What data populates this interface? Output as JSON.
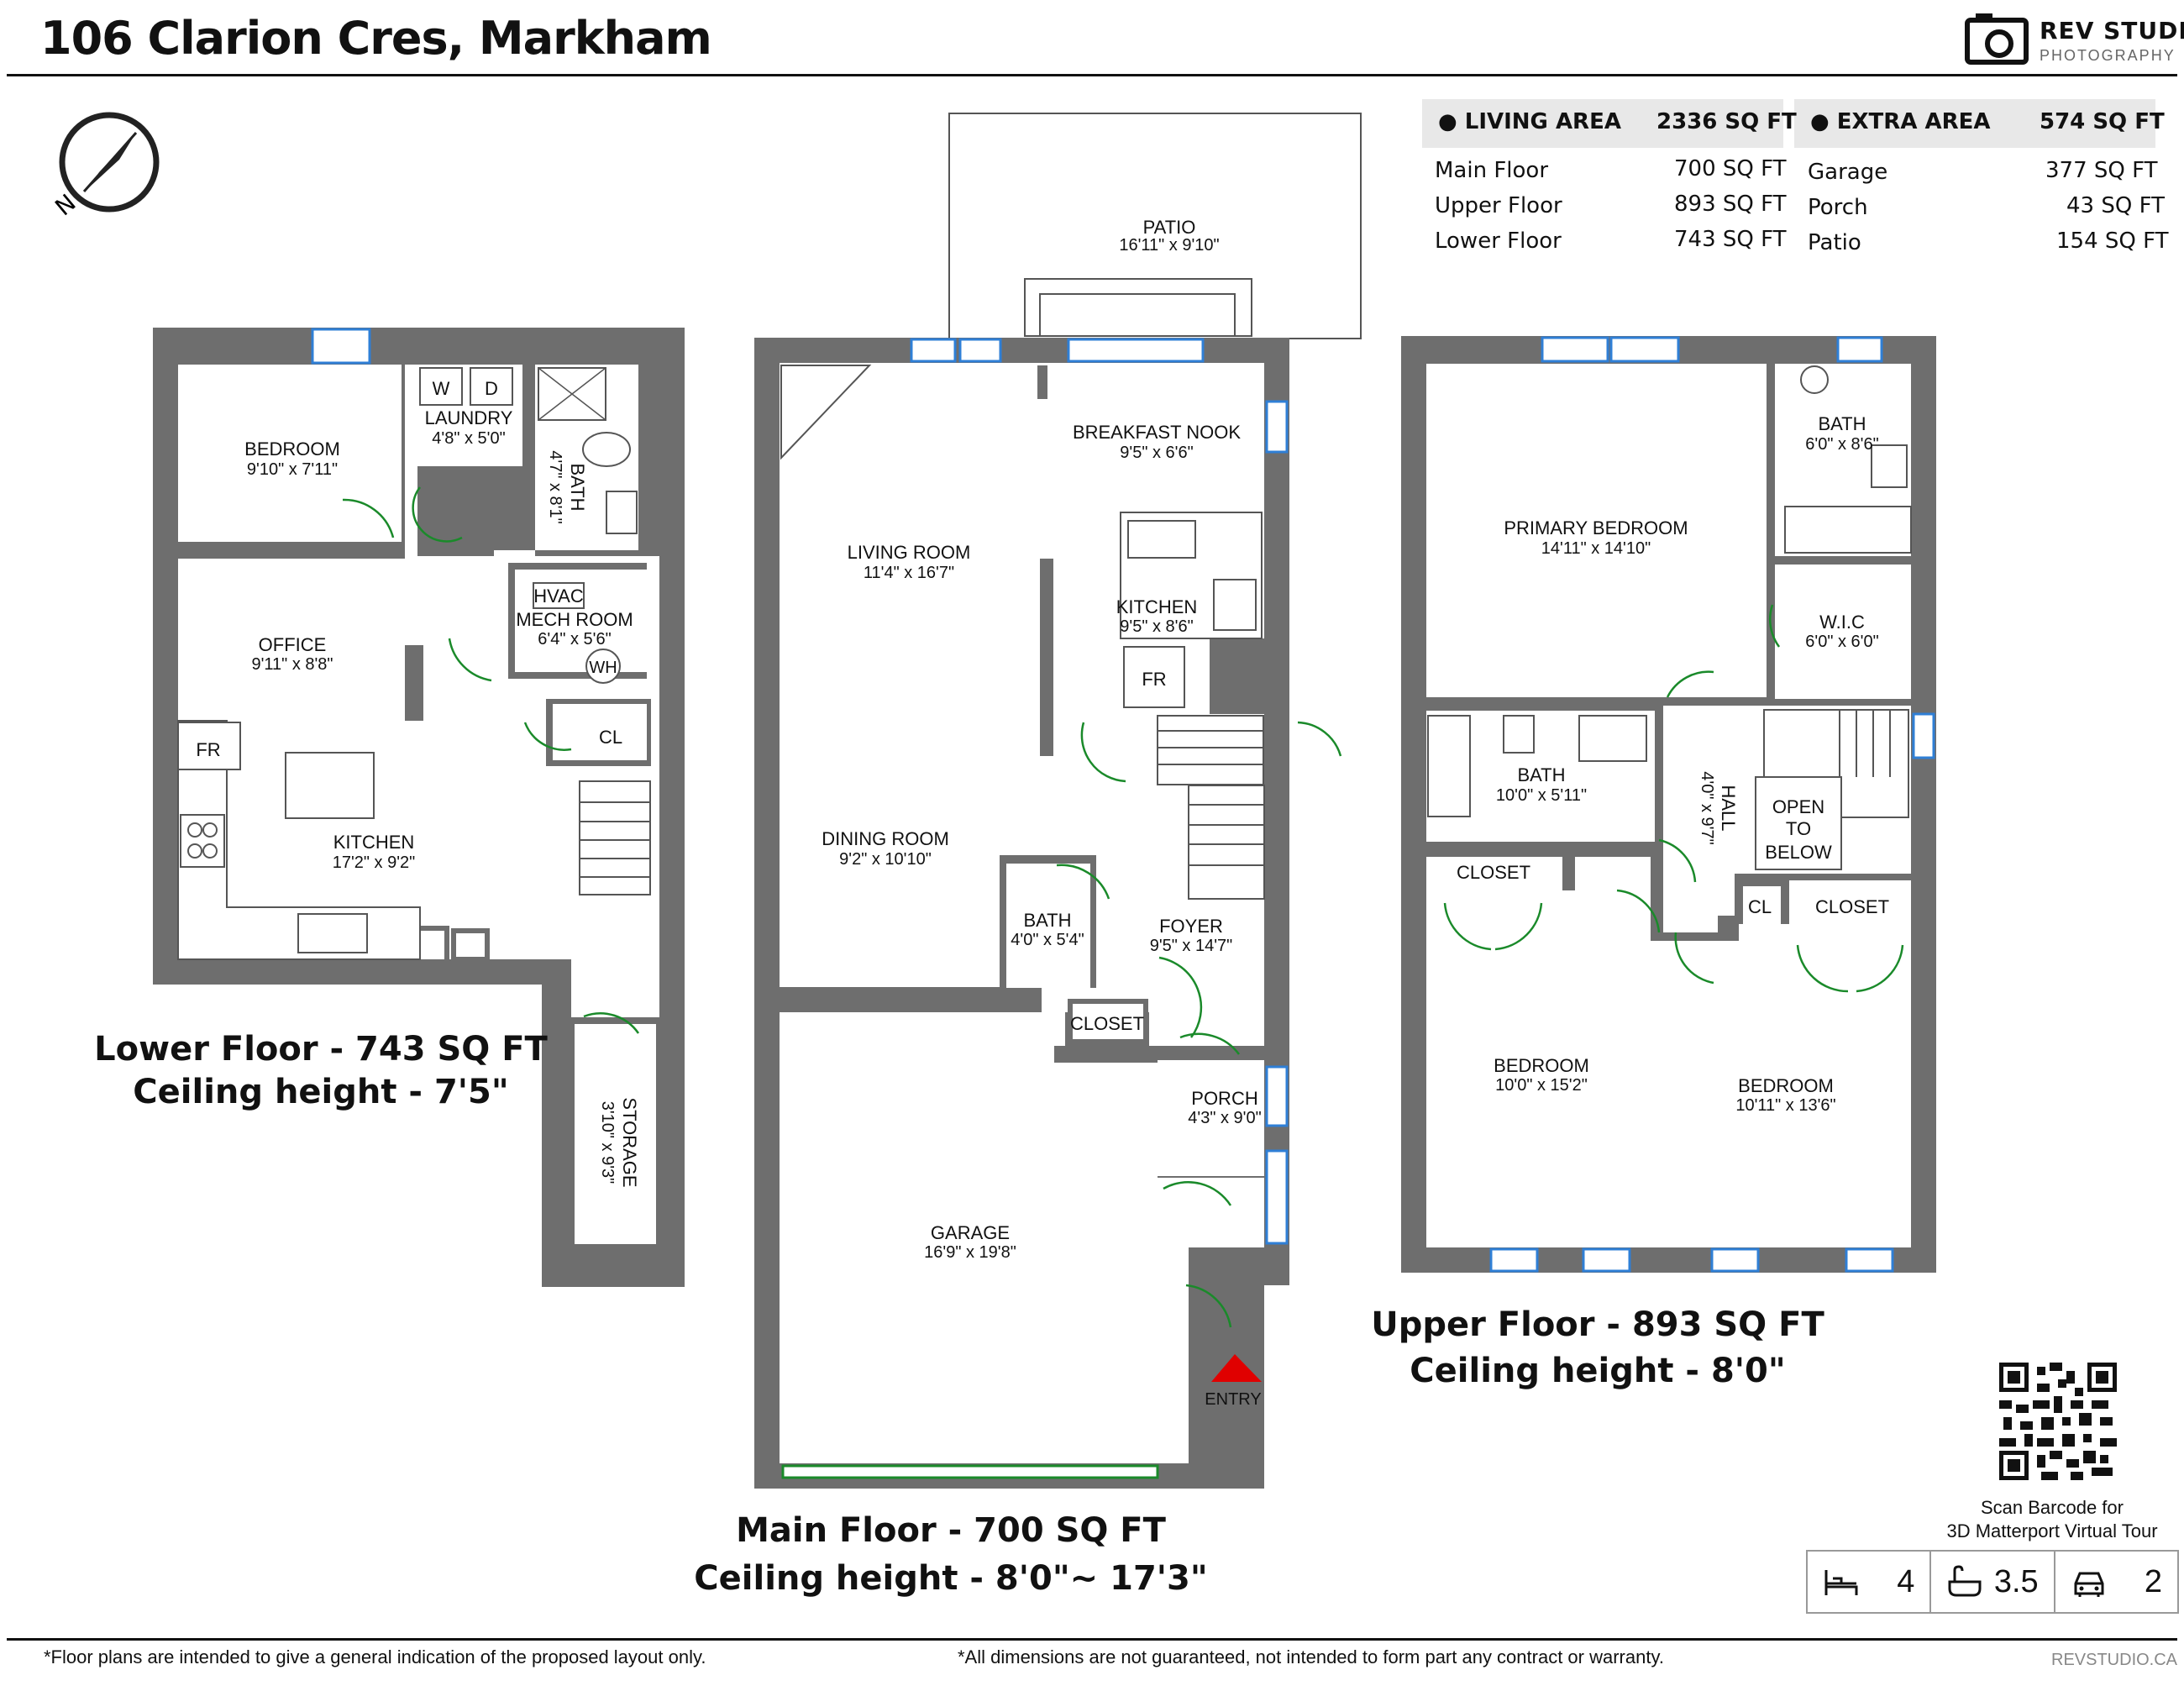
{
  "header": {
    "title": "106 Clarion Cres, Markham",
    "logo_name": "REV STUDIO",
    "logo_sub": "PHOTOGRAPHY"
  },
  "compass": {
    "label": "N",
    "icon": "compass-icon"
  },
  "area_table": {
    "living": {
      "label": "LIVING AREA",
      "total": "2336 SQ FT",
      "rows": [
        {
          "name": "Main Floor",
          "value": "700 SQ FT"
        },
        {
          "name": "Upper Floor",
          "value": "893 SQ FT"
        },
        {
          "name": "Lower Floor",
          "value": "743 SQ FT"
        }
      ]
    },
    "extra": {
      "label": "EXTRA AREA",
      "total": "574 SQ FT",
      "rows": [
        {
          "name": "Garage",
          "value": "377 SQ FT"
        },
        {
          "name": "Porch",
          "value": "43 SQ FT"
        },
        {
          "name": "Patio",
          "value": "154 SQ FT"
        }
      ]
    }
  },
  "floors": {
    "lower": {
      "caption": "Lower Floor - 743 SQ FT",
      "ceiling": "Ceiling height - 7'5\"",
      "rooms": {
        "bedroom": {
          "name": "BEDROOM",
          "dim": "9'10\" x 7'11\""
        },
        "laundry": {
          "name": "LAUNDRY",
          "dim": "4'8\" x 5'0\""
        },
        "bath": {
          "name": "BATH",
          "dim": "4'7\" x 8'1\""
        },
        "hvac": "HVAC",
        "mech": {
          "name": "MECH ROOM",
          "dim": "6'4\" x 5'6\""
        },
        "wh": "WH",
        "office": {
          "name": "OFFICE",
          "dim": "9'11\" x 8'8\""
        },
        "cl": "CL",
        "fr": "FR",
        "kitchen": {
          "name": "KITCHEN",
          "dim": "17'2\" x 9'2\""
        },
        "storage": {
          "name": "STORAGE",
          "dim": "3'10\" x 9'3\""
        },
        "w": "W",
        "d": "D"
      }
    },
    "main": {
      "caption": "Main Floor - 700 SQ FT",
      "ceiling": "Ceiling height - 8'0\"~ 17'3\"",
      "rooms": {
        "patio": {
          "name": "PATIO",
          "dim": "16'11\" x 9'10\""
        },
        "nook": {
          "name": "BREAKFAST NOOK",
          "dim": "9'5\" x 6'6\""
        },
        "living": {
          "name": "LIVING ROOM",
          "dim": "11'4\" x 16'7\""
        },
        "kitchen": {
          "name": "KITCHEN",
          "dim": "9'5\" x 8'6\""
        },
        "fr": "FR",
        "dining": {
          "name": "DINING ROOM",
          "dim": "9'2\" x 10'10\""
        },
        "bath": {
          "name": "BATH",
          "dim": "4'0\" x 5'4\""
        },
        "foyer": {
          "name": "FOYER",
          "dim": "9'5\" x 14'7\""
        },
        "closet": "CLOSET",
        "porch": {
          "name": "PORCH",
          "dim": "4'3\" x 9'0\""
        },
        "garage": {
          "name": "GARAGE",
          "dim": "16'9\" x 19'8\""
        },
        "entry": "ENTRY"
      }
    },
    "upper": {
      "caption": "Upper Floor - 893 SQ FT",
      "ceiling": "Ceiling height - 8'0\"",
      "rooms": {
        "bath1": {
          "name": "BATH",
          "dim": "6'0\" x 8'6\""
        },
        "primary": {
          "name": "PRIMARY BEDROOM",
          "dim": "14'11\" x 14'10\""
        },
        "wic": {
          "name": "W.I.C",
          "dim": "6'0\" x 6'0\""
        },
        "bath2": {
          "name": "BATH",
          "dim": "10'0\" x 5'11\""
        },
        "hall": {
          "name": "HALL",
          "dim": "4'0\" x 9'7\""
        },
        "open1": "OPEN",
        "open2": "TO",
        "open3": "BELOW",
        "closet1": "CLOSET",
        "cl": "CL",
        "closet2": "CLOSET",
        "bedroom1": {
          "name": "BEDROOM",
          "dim": "10'0\" x 15'2\""
        },
        "bedroom2": {
          "name": "BEDROOM",
          "dim": "10'11\" x 13'6\""
        }
      }
    }
  },
  "qr": {
    "line1": "Scan Barcode for",
    "line2": "3D Matterport Virtual Tour"
  },
  "stats": {
    "beds": "4",
    "baths": "3.5",
    "garage": "2"
  },
  "footer": {
    "left": "*Floor plans are intended to give a general indication of the proposed layout only.",
    "center": "*All dimensions are not guaranteed, not intended to form part any contract or warranty.",
    "right": "REVSTUDIO.CA"
  },
  "colors": {
    "wall": "#6e6e6e",
    "window": "#2f7fd6",
    "door": "#1a8a2a",
    "entry": "#e00000",
    "table_bg": "#e8e8e8"
  }
}
